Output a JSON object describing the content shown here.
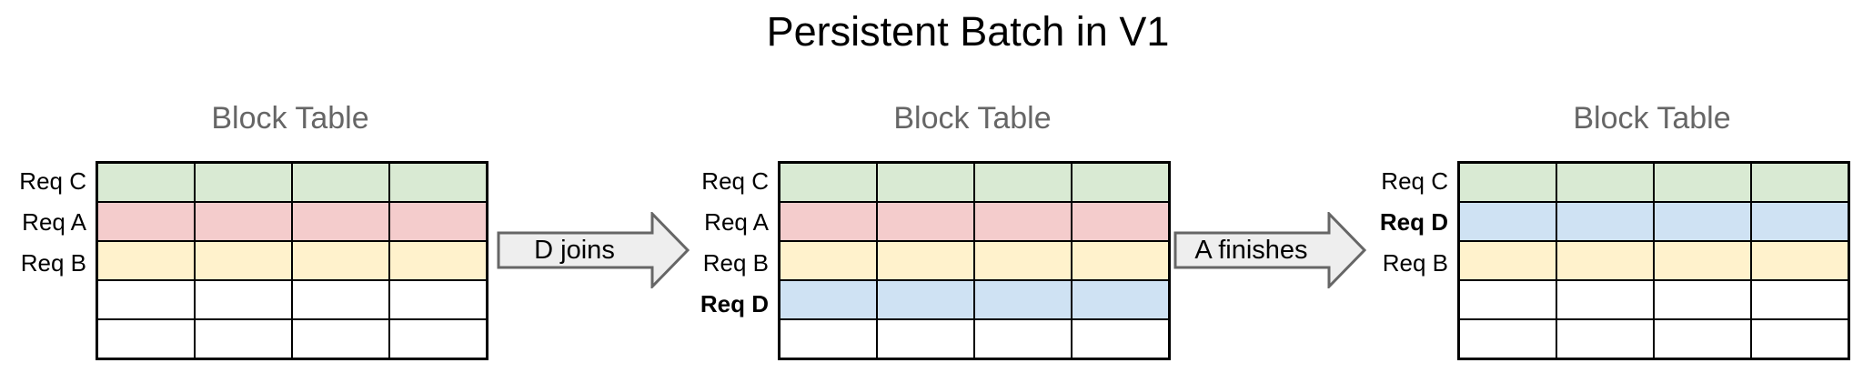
{
  "title": "Persistent Batch in V1",
  "colors": {
    "row_green": "#d9ead3",
    "row_red": "#f4cccc",
    "row_yellow": "#fff2cc",
    "row_blue": "#cfe2f3",
    "row_white": "#ffffff",
    "arrow_fill": "#eeeeee",
    "arrow_border": "#666666",
    "block_title_gray": "#666666"
  },
  "tables": [
    {
      "title": "Block Table",
      "columns": 4,
      "rows": [
        {
          "label": "Req C",
          "weight": "normal",
          "color": "#d9ead3"
        },
        {
          "label": "Req A",
          "weight": "normal",
          "color": "#f4cccc"
        },
        {
          "label": "Req B",
          "weight": "normal",
          "color": "#fff2cc"
        },
        {
          "label": "",
          "weight": "normal",
          "color": "#ffffff"
        },
        {
          "label": "",
          "weight": "normal",
          "color": "#ffffff"
        }
      ]
    },
    {
      "title": "Block Table",
      "columns": 4,
      "rows": [
        {
          "label": "Req C",
          "weight": "normal",
          "color": "#d9ead3"
        },
        {
          "label": "Req A",
          "weight": "normal",
          "color": "#f4cccc"
        },
        {
          "label": "Req B",
          "weight": "normal",
          "color": "#fff2cc"
        },
        {
          "label": "Req D",
          "weight": "bold",
          "color": "#cfe2f3"
        },
        {
          "label": "",
          "weight": "normal",
          "color": "#ffffff"
        }
      ]
    },
    {
      "title": "Block Table",
      "columns": 4,
      "rows": [
        {
          "label": "Req C",
          "weight": "normal",
          "color": "#d9ead3"
        },
        {
          "label": "Req D",
          "weight": "bold",
          "color": "#cfe2f3"
        },
        {
          "label": "Req B",
          "weight": "normal",
          "color": "#fff2cc"
        },
        {
          "label": "",
          "weight": "normal",
          "color": "#ffffff"
        },
        {
          "label": "",
          "weight": "normal",
          "color": "#ffffff"
        }
      ]
    }
  ],
  "arrows": [
    {
      "label": "D joins"
    },
    {
      "label": "A finishes"
    }
  ]
}
